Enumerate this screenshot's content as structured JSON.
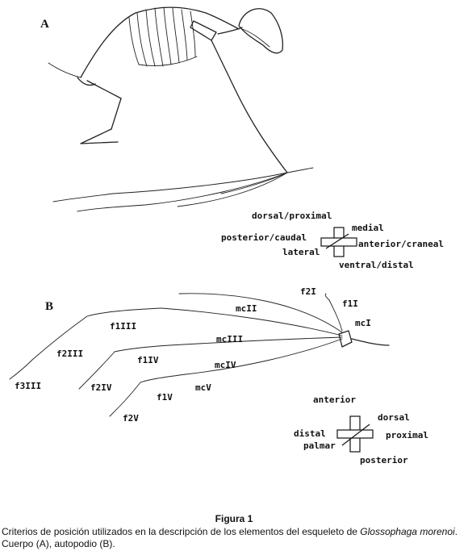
{
  "panel_a": {
    "letter": "A",
    "axes": {
      "top": "dorsal/proximal",
      "left": "posterior/caudal",
      "right_upper": "medial",
      "right": "anterior/craneal",
      "left_lower": "lateral",
      "bottom": "ventral/distal"
    }
  },
  "panel_b": {
    "letter": "B",
    "bones": {
      "f2I": "f2I",
      "f1I": "f1I",
      "mcI": "mcI",
      "mcII": "mcII",
      "f1III": "f1III",
      "mcIII": "mcIII",
      "f2III": "f2III",
      "f1IV": "f1IV",
      "mcIV": "mcIV",
      "f3III": "f3III",
      "f2IV": "f2IV",
      "mcV": "mcV",
      "f1V": "f1V",
      "f2V": "f2V"
    },
    "axes": {
      "top": "anterior",
      "right_upper": "dorsal",
      "left": "distal",
      "right": "proximal",
      "left_lower": "palmar",
      "bottom": "posterior"
    }
  },
  "caption": {
    "title": "Figura 1",
    "text_before": "Criterios de posición utilizados en la descripción de los elementos del esqueleto de ",
    "species": "Glossophaga morenoi",
    "text_after": ". Cuerpo (A), autopodio (B)."
  }
}
